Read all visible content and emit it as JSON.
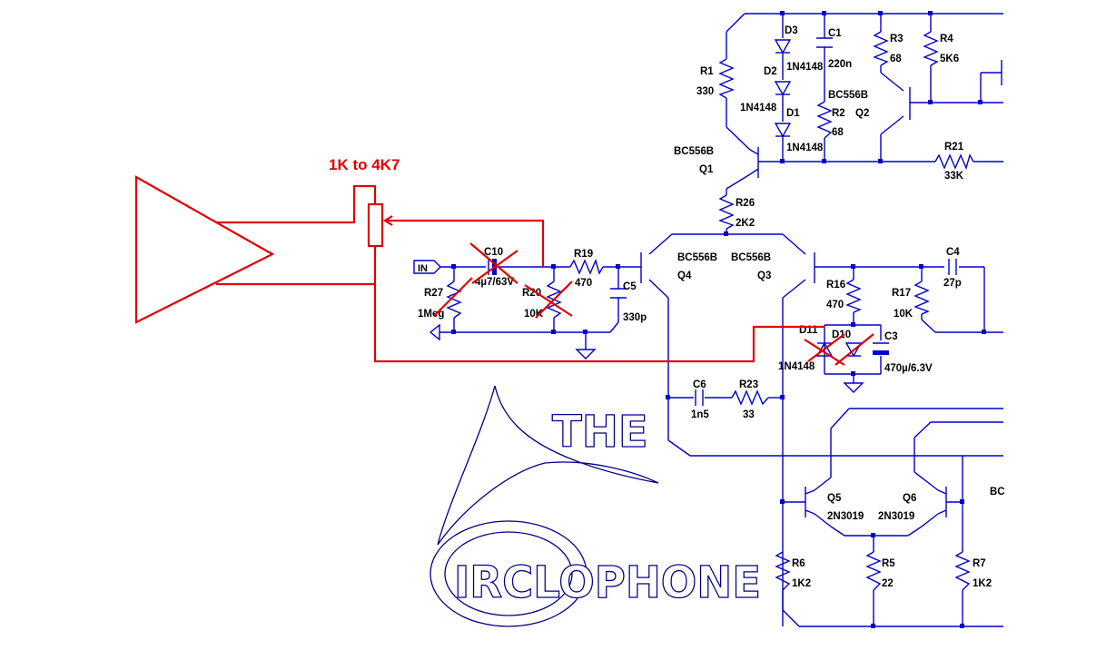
{
  "annotation": {
    "pot_label": "1K to 4K7",
    "input_tag": "IN"
  },
  "components": {
    "R1": {
      "ref": "R1",
      "value": "330"
    },
    "R2": {
      "ref": "R2",
      "value": "68"
    },
    "R3": {
      "ref": "R3",
      "value": "68"
    },
    "R4": {
      "ref": "R4",
      "value": "5K6"
    },
    "R5": {
      "ref": "R5",
      "value": "22"
    },
    "R6": {
      "ref": "R6",
      "value": "1K2"
    },
    "R7": {
      "ref": "R7",
      "value": "1K2"
    },
    "R16": {
      "ref": "R16",
      "value": "470"
    },
    "R17": {
      "ref": "R17",
      "value": "10K"
    },
    "R19": {
      "ref": "R19",
      "value": "470"
    },
    "R20": {
      "ref": "R20",
      "value": "10K"
    },
    "R21": {
      "ref": "R21",
      "value": "33K"
    },
    "R23": {
      "ref": "R23",
      "value": "33"
    },
    "R26": {
      "ref": "R26",
      "value": "2K2"
    },
    "R27": {
      "ref": "R27",
      "value": "1Meg"
    },
    "C1": {
      "ref": "C1",
      "value": "220n"
    },
    "C3": {
      "ref": "C3",
      "value": "470µ/6.3V"
    },
    "C4": {
      "ref": "C4",
      "value": "27p"
    },
    "C5": {
      "ref": "C5",
      "value": "330p"
    },
    "C6": {
      "ref": "C6",
      "value": "1n5"
    },
    "C10": {
      "ref": "C10",
      "value": "4µ7/63V"
    },
    "D1": {
      "ref": "D1",
      "value": "1N4148"
    },
    "D2": {
      "ref": "D2",
      "value": "1N4148"
    },
    "D3": {
      "ref": "D3",
      "value": "1N4148"
    },
    "D10": {
      "ref": "D10",
      "value": ""
    },
    "D11": {
      "ref": "D11",
      "value": "1N4148"
    },
    "Q1": {
      "ref": "Q1",
      "value": "BC556B"
    },
    "Q2": {
      "ref": "Q2",
      "value": "BC556B"
    },
    "Q3": {
      "ref": "Q3",
      "value": "BC556B"
    },
    "Q4": {
      "ref": "Q4",
      "value": "BC556B"
    },
    "Q5": {
      "ref": "Q5",
      "value": "2N3019"
    },
    "Q6": {
      "ref": "Q6",
      "value": "2N3019"
    }
  },
  "edge_label": "BC",
  "logo": {
    "line1": "THE",
    "line2": "IRCLOPHONE"
  },
  "colors": {
    "wire": "#0000c8",
    "annotation": "#e00000",
    "logo_outline": "#000080"
  }
}
